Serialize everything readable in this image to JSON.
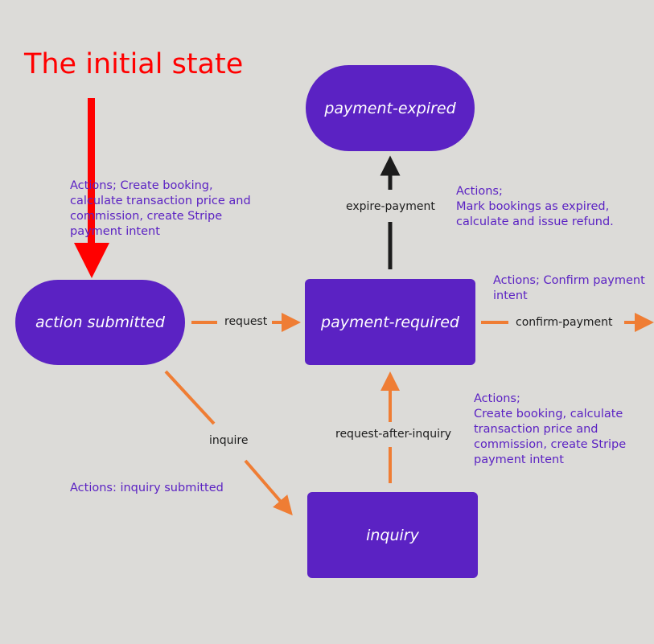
{
  "title": "The initial state",
  "colors": {
    "background": "#dcdbd8",
    "node_fill": "#5b22c3",
    "node_text": "#ffffff",
    "note_text": "#5b22c3",
    "arrow_orange": "#ef7d34",
    "arrow_black": "#1c1c1c",
    "initial_arrow": "#ff0000"
  },
  "nodes": {
    "action_submitted": "action submitted",
    "payment_required": "payment-required",
    "payment_expired": "payment-expired",
    "inquiry": "inquiry"
  },
  "edges": {
    "request": "request",
    "confirm_payment": "confirm-payment",
    "expire_payment": "expire-payment",
    "inquire": "inquire",
    "request_after_inquiry": "request-after-inquiry"
  },
  "notes": {
    "initial_actions": [
      "Actions; Create booking,",
      "calculate transaction price and",
      "commission, create Stripe",
      "payment intent"
    ],
    "expired_actions": [
      "Actions;",
      "Mark bookings as expired,",
      "calculate and issue refund."
    ],
    "confirm_actions": [
      "Actions; Confirm payment",
      "intent"
    ],
    "request_after_inquiry_actions": [
      "Actions;",
      "Create booking, calculate",
      "transaction price and",
      "commission, create Stripe",
      "payment intent"
    ],
    "inquiry_actions": [
      "Actions: inquiry submitted"
    ]
  }
}
